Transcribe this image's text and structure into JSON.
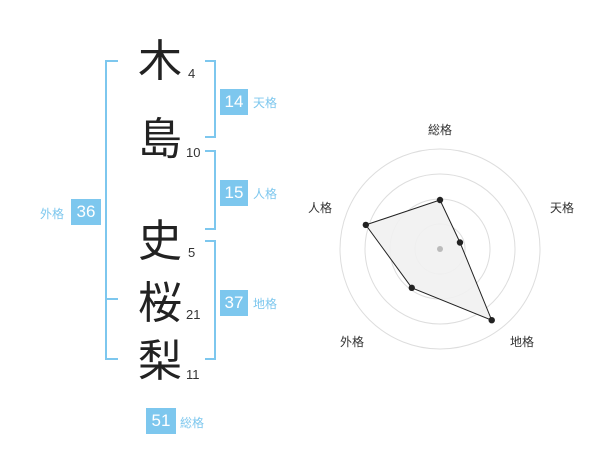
{
  "name": {
    "chars": [
      {
        "char": "木",
        "strokes": "4"
      },
      {
        "char": "島",
        "strokes": "10"
      },
      {
        "char": "史",
        "strokes": "5"
      },
      {
        "char": "桜",
        "strokes": "21"
      },
      {
        "char": "梨",
        "strokes": "11"
      }
    ]
  },
  "kakusu": {
    "tenkaku": {
      "value": "14",
      "label": "天格"
    },
    "jinkaku": {
      "value": "15",
      "label": "人格"
    },
    "chikaku": {
      "value": "37",
      "label": "地格"
    },
    "gaikaku": {
      "value": "36",
      "label": "外格"
    },
    "soukaku": {
      "value": "51",
      "label": "総格"
    }
  },
  "radar": {
    "axes": [
      "総格",
      "天格",
      "地格",
      "外格",
      "人格"
    ],
    "levels": 4,
    "values": [
      2.45,
      1.05,
      4.4,
      2.4,
      3.9
    ],
    "max": 5,
    "colors": {
      "grid": "#dddddd",
      "fill": "#f1f1f1",
      "line": "#222222",
      "point": "#222222",
      "center": "#bbbbbb"
    }
  },
  "colors": {
    "accent": "#7dc7ee"
  }
}
